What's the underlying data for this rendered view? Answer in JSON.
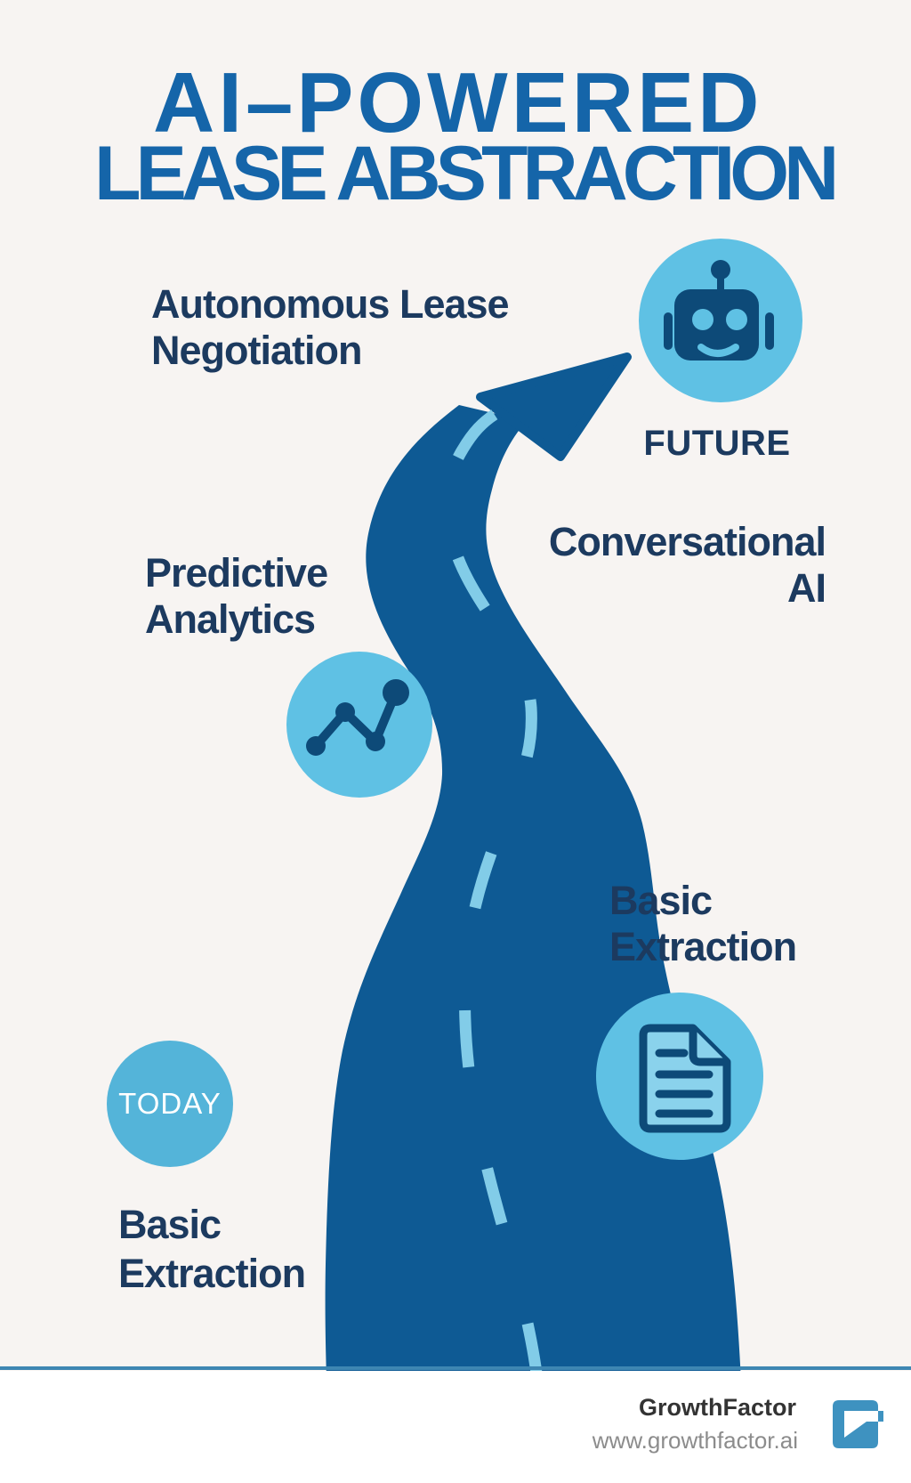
{
  "title": {
    "line1": "AI–POWERED",
    "line2": "LEASE ABSTRACTION"
  },
  "stages": {
    "autonomous": {
      "line1": "Autonomous Lease",
      "line2": "Negotiation"
    },
    "future_label": "FUTURE",
    "conversational": {
      "line1": "Conversational",
      "line2": "AI"
    },
    "predictive": {
      "line1": "Predictive",
      "line2": "Analytics"
    },
    "basic_mid": {
      "line1": "Basic",
      "line2": "Extraction"
    },
    "today_label": "TODAY",
    "basic_start": {
      "line1": "Basic",
      "line2": "Extraction"
    }
  },
  "footer": {
    "brand": "GrowthFactor",
    "website": "www.growthfactor.ai"
  },
  "icons": {
    "robot": "robot-icon",
    "chart": "trend-line-chart-icon",
    "document": "document-icon",
    "logo": "growthfactor-g-logo"
  },
  "colors": {
    "pageBg": "#f7f4f2",
    "footerBg": "#ffffff",
    "road": "#0e5a94",
    "dash": "#82cce8",
    "circle": "#5fc1e4",
    "circleToday": "#54b4d9",
    "iconDark": "#0d4a78",
    "docFill": "#8ad2ec",
    "title": "#1565a9",
    "navy": "#1c3a5f",
    "brand": "#333333",
    "urlGray": "#8c8c8c",
    "divider": "#3e86b2",
    "logo": "#3e92c0"
  }
}
